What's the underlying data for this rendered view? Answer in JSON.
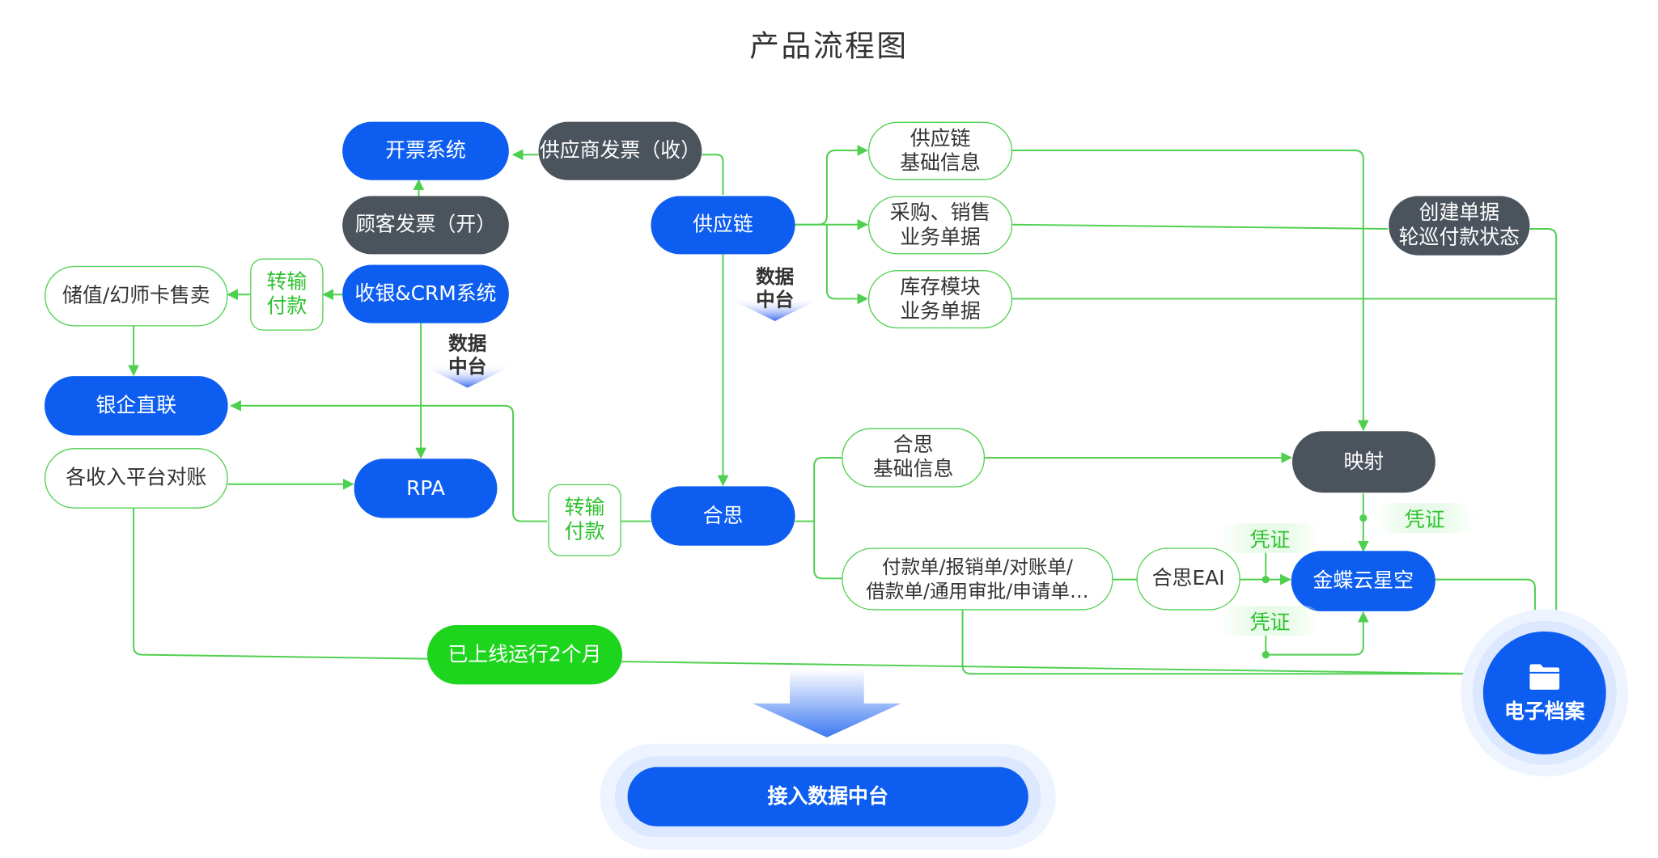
{
  "title": "产品流程图",
  "nodes": {
    "invoice_system": "开票系统",
    "supplier_invoice": "供应商发票（收）",
    "customer_invoice": "顾客发票（开）",
    "cashier_crm": "收银&CRM系统",
    "transfer_pay_1": "转输\n付款",
    "stored_card": "储值/幻师卡售卖",
    "bank_direct": "银企直联",
    "income_recon": "各收入平台对账",
    "rpa": "RPA",
    "supply_chain": "供应链",
    "supply_basic": "供应链\n基础信息",
    "purchase_sales": "采购、销售\n业务单据",
    "inventory": "库存模块\n业务单据",
    "create_docs": "创建单据\n轮巡付款状态",
    "hesi": "合思",
    "transfer_pay_2": "转输\n付款",
    "hesi_basic": "合思\n基础信息",
    "mapping": "映射",
    "documents": "付款单/报销单/对账单/\n借款单/通用审批/申请单…",
    "hesi_eai": "合思EAI",
    "kingdee": "金蝶云星空",
    "online_2m": "已上线运行2个月",
    "e_archive": "电子档案",
    "access_data": "接入数据中台"
  },
  "labels": {
    "voucher_1": "凭证",
    "voucher_2": "凭证",
    "voucher_3": "凭证",
    "data_center_1": "数据\n中台",
    "data_center_2": "数据\n中台"
  },
  "colors": {
    "blue": "#0d5ef0",
    "gray": "#4b535d",
    "green": "#1ed51e",
    "line_green": "#4fcf4f"
  },
  "icons": {
    "archive": "folder-icon"
  }
}
